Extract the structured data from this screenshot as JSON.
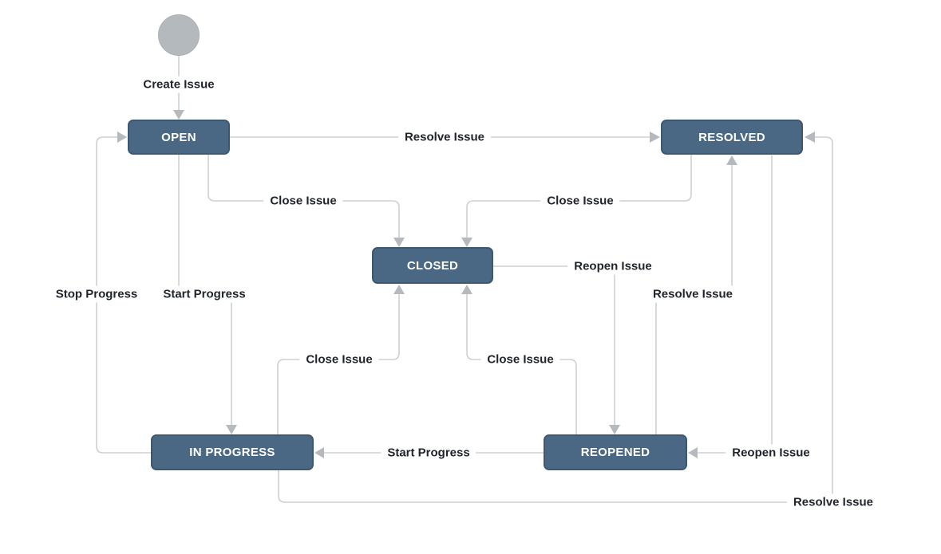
{
  "nodes": {
    "open": {
      "label": "OPEN"
    },
    "resolved": {
      "label": "RESOLVED"
    },
    "closed": {
      "label": "CLOSED"
    },
    "in_progress": {
      "label": "IN PROGRESS"
    },
    "reopened": {
      "label": "REOPENED"
    }
  },
  "transitions": {
    "create_issue": {
      "label": "Create Issue",
      "from": "start",
      "to": "open"
    },
    "resolve_from_open": {
      "label": "Resolve Issue",
      "from": "open",
      "to": "resolved"
    },
    "close_from_open": {
      "label": "Close Issue",
      "from": "open",
      "to": "closed"
    },
    "close_from_resolved": {
      "label": "Close Issue",
      "from": "resolved",
      "to": "closed"
    },
    "reopen_from_closed": {
      "label": "Reopen Issue",
      "from": "closed",
      "to": "reopened"
    },
    "resolve_from_reopened": {
      "label": "Resolve Issue",
      "from": "reopened",
      "to": "resolved"
    },
    "start_progress_from_open": {
      "label": "Start Progress",
      "from": "open",
      "to": "in_progress"
    },
    "stop_progress": {
      "label": "Stop Progress",
      "from": "in_progress",
      "to": "open"
    },
    "close_from_in_progress": {
      "label": "Close Issue",
      "from": "in_progress",
      "to": "closed"
    },
    "close_from_reopened": {
      "label": "Close Issue",
      "from": "reopened",
      "to": "closed"
    },
    "start_progress_from_reopened": {
      "label": "Start Progress",
      "from": "reopened",
      "to": "in_progress"
    },
    "reopen_from_resolved": {
      "label": "Reopen Issue",
      "from": "resolved",
      "to": "reopened"
    },
    "resolve_from_in_progress": {
      "label": "Resolve Issue",
      "from": "in_progress",
      "to": "resolved"
    }
  },
  "colors": {
    "node_fill": "#4a6784",
    "node_border": "#3c5872",
    "node_text": "#ffffff",
    "line": "#cdd0d2",
    "arrowhead": "#b6babe",
    "label_text": "#21252c",
    "label_background": "#ffffff",
    "start_circle": "#b4b9bd",
    "background": "#ffffff"
  }
}
